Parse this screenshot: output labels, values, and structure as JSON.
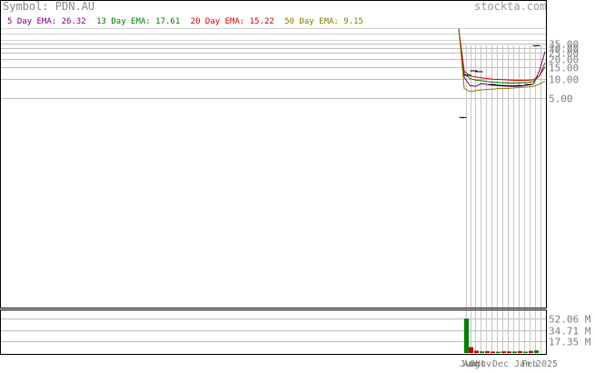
{
  "header": {
    "symbol_label": "Symbol: PDN.AU",
    "watermark": "stockta.com"
  },
  "legend": [
    {
      "text": "5 Day EMA: 26.32",
      "color": "#800080"
    },
    {
      "text": "13 Day EMA: 17.61",
      "color": "#008000"
    },
    {
      "text": "20 Day EMA: 15.22",
      "color": "#e00000"
    },
    {
      "text": "50 Day EMA: 9.15",
      "color": "#808000"
    }
  ],
  "chart_data": {
    "type": "line",
    "title": "",
    "price_axis": {
      "tick_labels": [
        "35.00",
        "30.00",
        "25.00",
        "20.00",
        "15.00",
        "10.00",
        "5.00"
      ],
      "tick_values": [
        35,
        30,
        25,
        20,
        15,
        10,
        5
      ],
      "scale": "log",
      "grid": true
    },
    "volume_axis": {
      "tick_labels": [
        "52.06 M",
        "34.71 M",
        "17.35 M"
      ],
      "tick_values": [
        52.06,
        34.71,
        17.35
      ],
      "unit": "M",
      "grid": true
    },
    "x_tick_labels": [
      "Jun",
      "Aug",
      "Oct",
      "Nov",
      "Dec",
      "Jan",
      "Feb",
      "2025"
    ],
    "series": [
      {
        "name": "5 Day EMA",
        "color": "#800080",
        "values": [
          60,
          10.5,
          7.8,
          7.6,
          8.4,
          8.1,
          7.9,
          7.8,
          7.7,
          7.6,
          7.6,
          7.7,
          7.9,
          8.3,
          13,
          26.32
        ]
      },
      {
        "name": "13 Day EMA",
        "color": "#008000",
        "values": [
          60,
          12,
          10,
          9.5,
          9.3,
          9.0,
          8.8,
          8.7,
          8.6,
          8.5,
          8.5,
          8.6,
          8.7,
          9.0,
          11,
          17.61
        ]
      },
      {
        "name": "20 Day EMA",
        "color": "#e00000",
        "values": [
          60,
          13,
          11,
          10.6,
          10.3,
          10,
          9.8,
          9.7,
          9.6,
          9.5,
          9.4,
          9.4,
          9.4,
          9.6,
          11,
          15.22
        ]
      },
      {
        "name": "50 Day EMA",
        "color": "#808000",
        "values": [
          60,
          7,
          6.3,
          6.5,
          6.7,
          6.8,
          6.9,
          7.0,
          7.0,
          7.1,
          7.2,
          7.3,
          7.4,
          7.6,
          8.2,
          9.15
        ]
      }
    ],
    "price_bars": [
      {
        "high": 11.3,
        "low": 11.3,
        "close": 11.3
      },
      {
        "high": 2.5,
        "low": 2.5,
        "close": 2.5
      },
      {
        "high": 13.5,
        "low": 13.0,
        "close": 13.2
      },
      {
        "high": 13.0,
        "low": 12.6,
        "close": 12.8
      },
      {
        "high": 8.3,
        "low": 7.9,
        "close": 8.1
      },
      {
        "high": 8.1,
        "low": 7.7,
        "close": 7.9
      },
      {
        "high": 8.0,
        "low": 7.6,
        "close": 7.8
      },
      {
        "high": 7.9,
        "low": 7.6,
        "close": 7.7
      },
      {
        "high": 7.9,
        "low": 7.5,
        "close": 7.7
      },
      {
        "high": 8.0,
        "low": 7.7,
        "close": 7.8
      },
      {
        "high": 8.2,
        "low": 7.9,
        "close": 8.1
      },
      {
        "high": 33.0,
        "low": 32.0,
        "close": 32.5
      }
    ],
    "volume_bars": [
      {
        "value": 52.06,
        "color": "#008000"
      },
      {
        "value": 9.0,
        "color": "#c00000"
      },
      {
        "value": 3.5,
        "color": "#c00000"
      },
      {
        "value": 2.5,
        "color": "#008000"
      },
      {
        "value": 2.8,
        "color": "#c00000"
      },
      {
        "value": 2.2,
        "color": "#c00000"
      },
      {
        "value": 2.0,
        "color": "#008000"
      },
      {
        "value": 2.6,
        "color": "#c00000"
      },
      {
        "value": 2.4,
        "color": "#c00000"
      },
      {
        "value": 2.3,
        "color": "#008000"
      },
      {
        "value": 2.8,
        "color": "#c00000"
      },
      {
        "value": 2.1,
        "color": "#008000"
      },
      {
        "value": 3.2,
        "color": "#c00000"
      },
      {
        "value": 4.0,
        "color": "#008000"
      }
    ]
  }
}
